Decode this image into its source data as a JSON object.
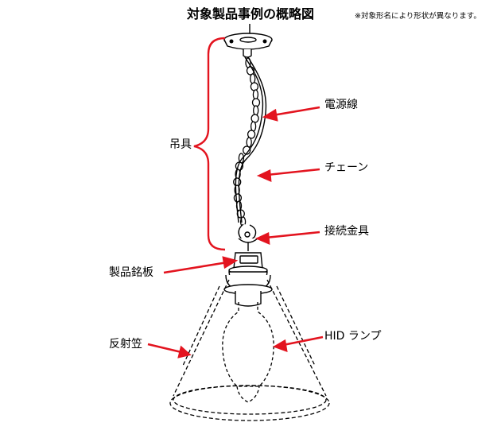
{
  "title": "対象製品事例の概略図",
  "note": "※対象形名により形状が異なります。",
  "labels": {
    "suspension": "吊具",
    "power_cord": "電源線",
    "chain": "チェーン",
    "connector": "接続金具",
    "nameplate": "製品銘板",
    "reflector": "反射笠",
    "hid_lamp": "HID ランプ"
  },
  "colors": {
    "arrow": "#e3141f",
    "bracket": "#e3141f",
    "line": "#000000"
  }
}
